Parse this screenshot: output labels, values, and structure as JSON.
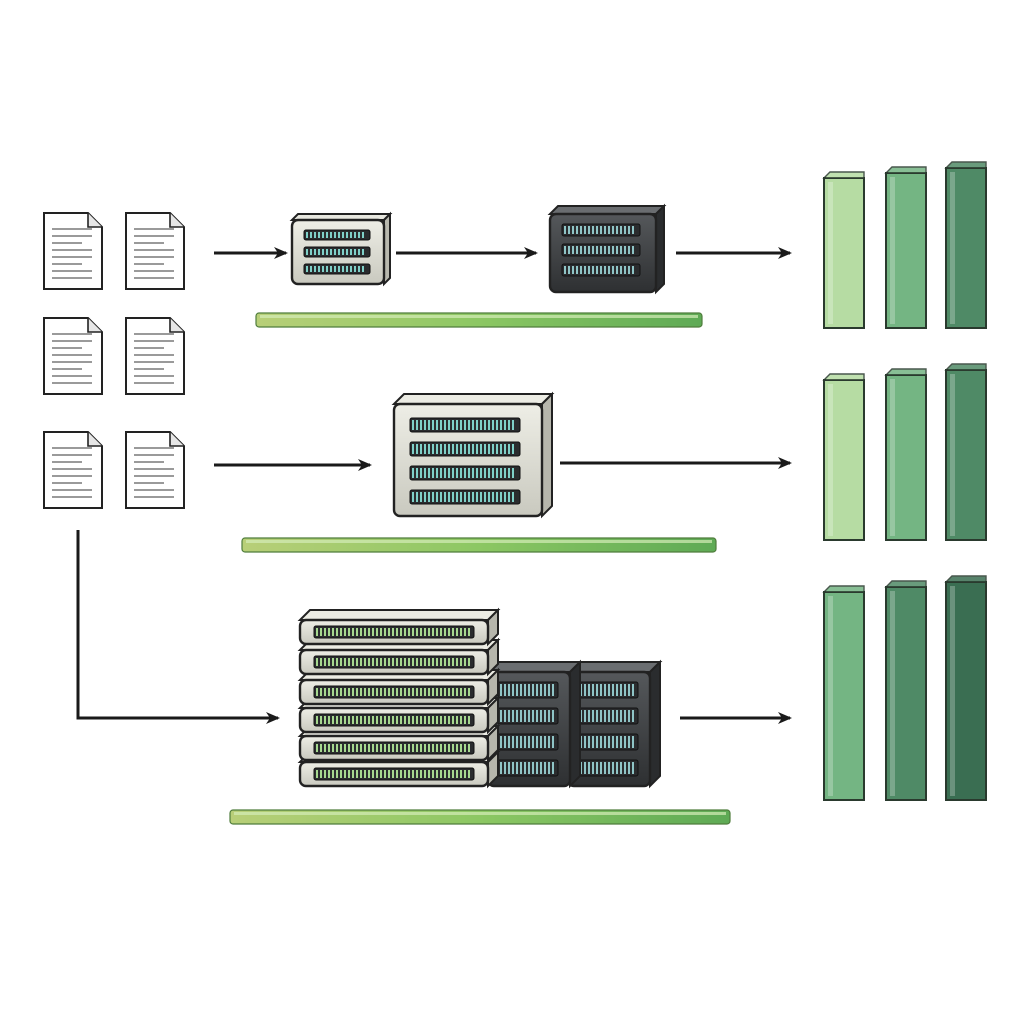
{
  "diagram": {
    "rows": [
      {
        "id": "row-1",
        "pipeline": [
          "document-stack",
          "small-storage-unit",
          "dark-storage-unit",
          "output-bars"
        ],
        "bar_levels": [
          1,
          2,
          3
        ]
      },
      {
        "id": "row-2",
        "pipeline": [
          "document-stack",
          "medium-storage-unit",
          "output-bars"
        ],
        "bar_levels": [
          1,
          2,
          3
        ]
      },
      {
        "id": "row-3",
        "pipeline": [
          "document-stack",
          "storage-cluster",
          "output-bars"
        ],
        "bar_levels": [
          2,
          3,
          4
        ]
      }
    ],
    "colors": {
      "light_metal": "#dcdcd2",
      "dark_metal": "#3c3e40",
      "drive_slot_light": "#7fd0c8",
      "drive_slot_green": "#a6d88f",
      "baseline_green": "#7fbf5a",
      "bar_palette": [
        "#eaf4e6",
        "#b6dca3",
        "#74b583",
        "#4f8a66",
        "#3a6e52"
      ]
    }
  }
}
